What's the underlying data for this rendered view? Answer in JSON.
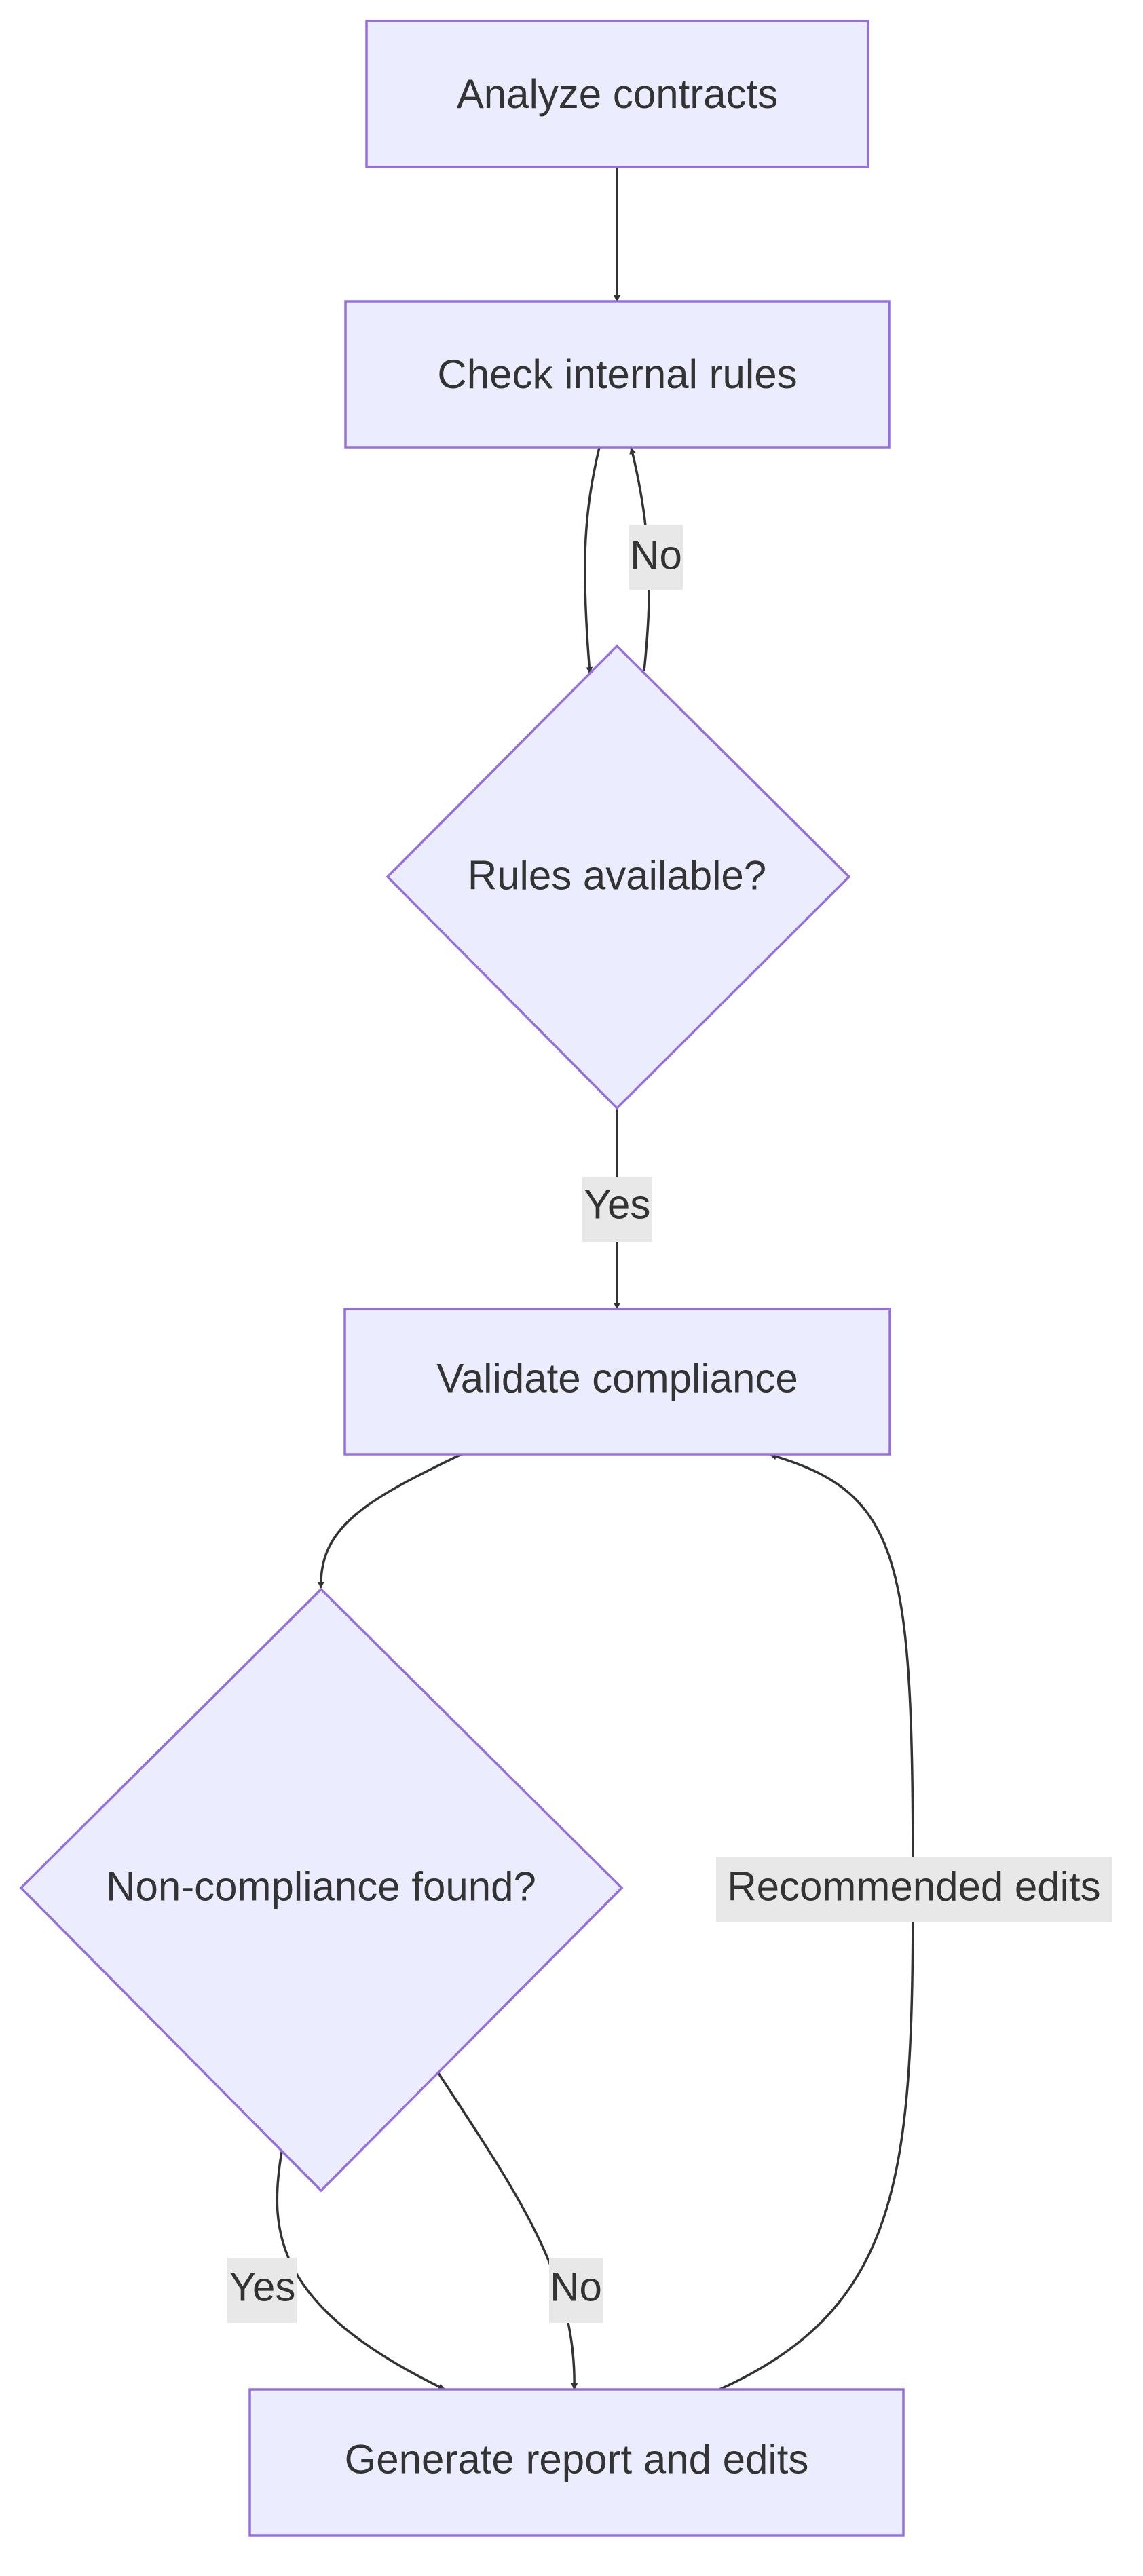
{
  "nodes": {
    "analyze": "Analyze contracts",
    "check": "Check internal rules",
    "rules_q": "Rules available?",
    "validate": "Validate compliance",
    "noncompliance_q": "Non-compliance found?",
    "generate": "Generate report and edits"
  },
  "edges": {
    "rules_no": "No",
    "rules_yes": "Yes",
    "nc_yes": "Yes",
    "nc_no": "No",
    "recommended": "Recommended edits"
  },
  "colors": {
    "node_fill": "#ececff",
    "node_stroke": "#9370db",
    "edge": "#333333",
    "label_bg": "#e8e8e8",
    "text": "#333333"
  }
}
